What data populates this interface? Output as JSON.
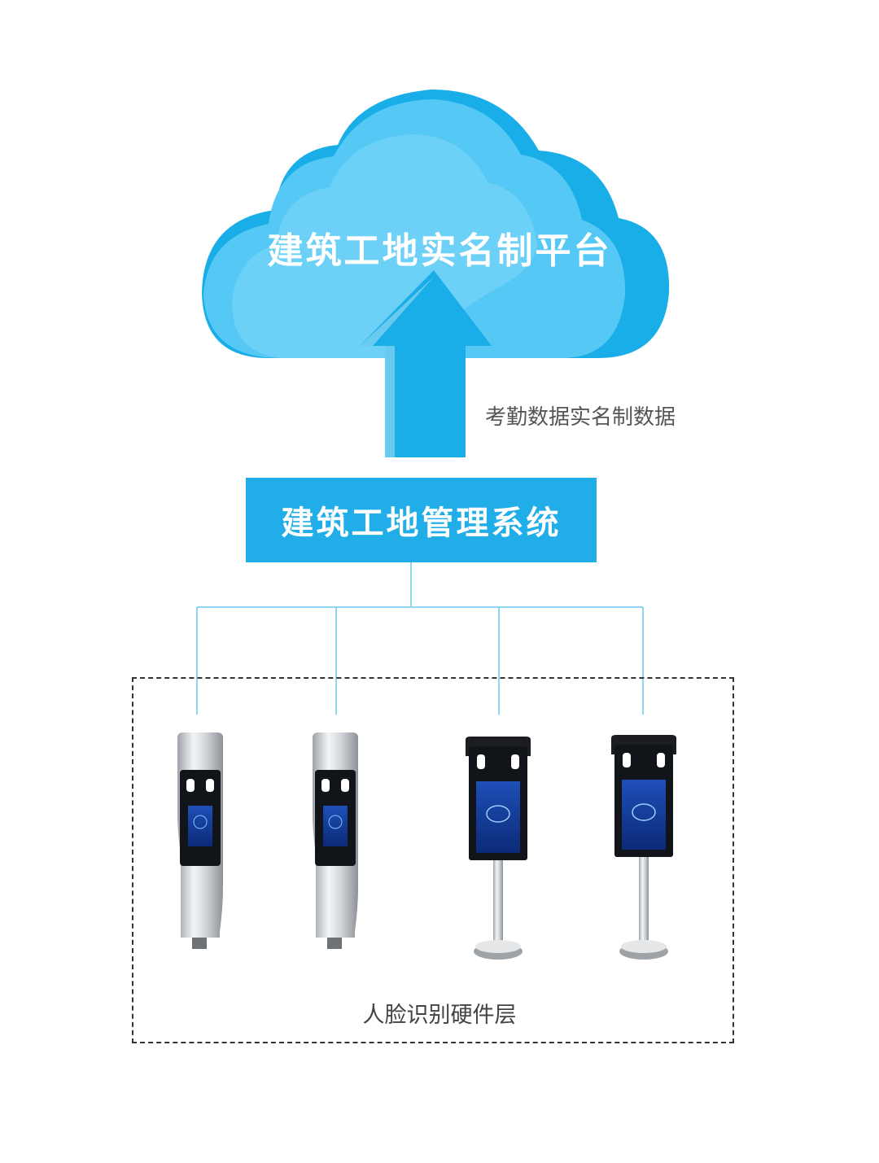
{
  "cloud": {
    "title": "建筑工地实名制平台",
    "colors": {
      "dark": "#1aaee8",
      "mid": "#55c8f5",
      "light": "#8cdcfb"
    }
  },
  "flow": {
    "label": "考勤数据实名制数据",
    "arrow_color": "#1aaee8"
  },
  "system": {
    "title": "建筑工地管理系统",
    "color": "#21ade8"
  },
  "connector_color": "#8fd6f3",
  "hardware": {
    "label": "人脸识别硬件层",
    "devices": [
      {
        "type": "cylinder-terminal"
      },
      {
        "type": "cylinder-terminal"
      },
      {
        "type": "pole-terminal"
      },
      {
        "type": "pole-terminal"
      }
    ]
  }
}
